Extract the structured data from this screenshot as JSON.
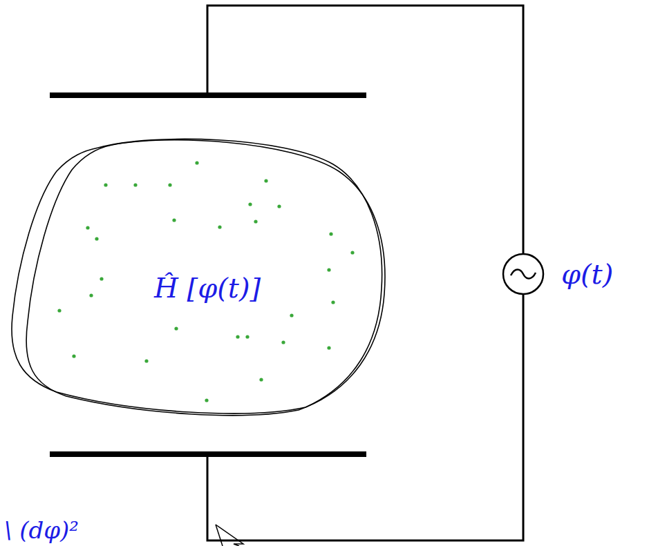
{
  "diagram": {
    "nodes": [
      {
        "text": [
          "Ĥ [φ(t)]"
        ]
      },
      {
        "text": [
          "φ(t)"
        ]
      }
    ],
    "labels": [
      "\\ (dφ)²"
    ]
  }
}
